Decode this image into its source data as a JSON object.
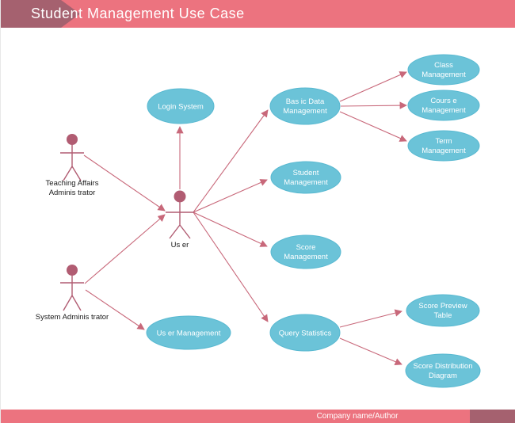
{
  "header": {
    "title": "Student Management Use Case",
    "bar_color": "#ec737f",
    "arrow_color": "#a5616f"
  },
  "footer": {
    "text": "Company name/Author",
    "bar_color": "#ec737f",
    "accent_color": "#a5616f"
  },
  "colors": {
    "usecase_fill": "#6bc3d8",
    "usecase_text": "#ffffff",
    "connector": "#c8687a",
    "actor": "#b15c72",
    "label_text": "#1b1b1b"
  },
  "actors": [
    {
      "id": "teaching-affairs-administrator",
      "lines": [
        "Teaching Affairs",
        "Adminis trator"
      ]
    },
    {
      "id": "user",
      "lines": [
        "Us er"
      ]
    },
    {
      "id": "system-administrator",
      "lines": [
        "System Adminis trator"
      ]
    }
  ],
  "usecases": [
    {
      "id": "login-system",
      "lines": [
        "Login System"
      ]
    },
    {
      "id": "basic-data-management",
      "lines": [
        "Bas ic Data",
        "Management"
      ]
    },
    {
      "id": "class-management",
      "lines": [
        "Class",
        "Management"
      ]
    },
    {
      "id": "course-management",
      "lines": [
        "Cours e",
        "Management"
      ]
    },
    {
      "id": "term-management",
      "lines": [
        "Term",
        "Management"
      ]
    },
    {
      "id": "student-management",
      "lines": [
        "Student",
        "Management"
      ]
    },
    {
      "id": "score-management",
      "lines": [
        "Score",
        "Management"
      ]
    },
    {
      "id": "query-statistics",
      "lines": [
        "Query Statistics"
      ]
    },
    {
      "id": "user-management",
      "lines": [
        "Us er Management"
      ]
    },
    {
      "id": "score-preview-table",
      "lines": [
        "Score Preview",
        "Table"
      ]
    },
    {
      "id": "score-distribution-diagram",
      "lines": [
        "Score Distribution",
        "Diagram"
      ]
    }
  ],
  "connections": [
    {
      "from": "teaching-affairs-administrator",
      "to": "user"
    },
    {
      "from": "system-administrator",
      "to": "user"
    },
    {
      "from": "system-administrator",
      "to": "user-management"
    },
    {
      "from": "user",
      "to": "login-system"
    },
    {
      "from": "user",
      "to": "basic-data-management"
    },
    {
      "from": "user",
      "to": "student-management"
    },
    {
      "from": "user",
      "to": "score-management"
    },
    {
      "from": "user",
      "to": "query-statistics"
    },
    {
      "from": "basic-data-management",
      "to": "class-management"
    },
    {
      "from": "basic-data-management",
      "to": "course-management"
    },
    {
      "from": "basic-data-management",
      "to": "term-management"
    },
    {
      "from": "query-statistics",
      "to": "score-preview-table"
    },
    {
      "from": "query-statistics",
      "to": "score-distribution-diagram"
    }
  ]
}
